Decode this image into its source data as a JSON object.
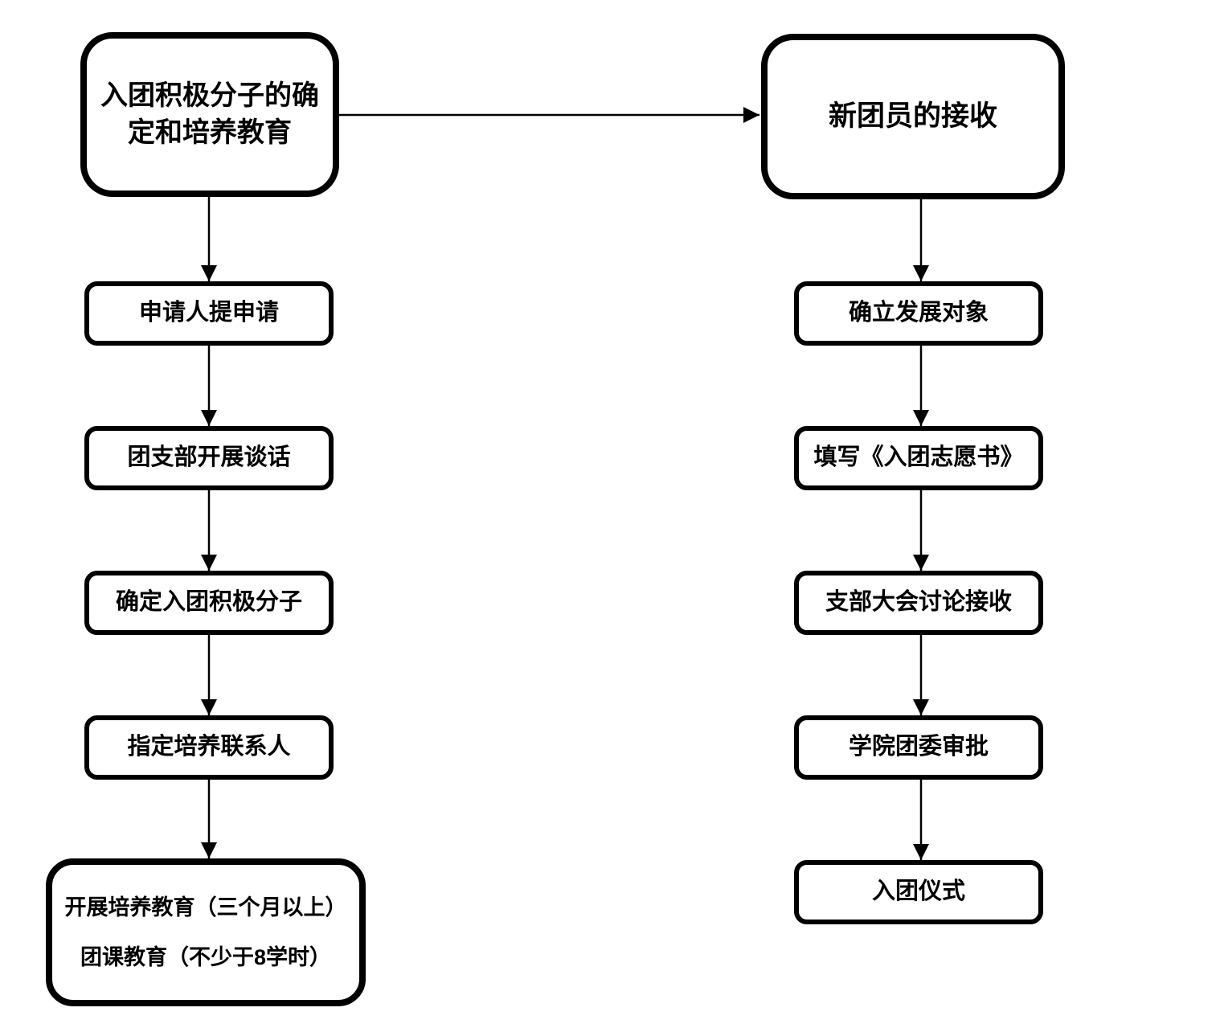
{
  "flowchart": {
    "left": {
      "header": "入团积极分子的确定和培养教育",
      "steps": [
        "申请人提申请",
        "团支部开展谈话",
        "确定入团积极分子",
        "指定培养联系人"
      ],
      "footer": {
        "line1": "开展培养教育（三个月以上）",
        "line2": "团课教育（不少于8学时）"
      }
    },
    "right": {
      "header": "新团员的接收",
      "steps": [
        "确立发展对象",
        "填写《入团志愿书》",
        "支部大会讨论接收",
        "学院团委审批",
        "入团仪式"
      ]
    },
    "colors": {
      "node_border": "#000000",
      "node_fill": "#ffffff",
      "text": "#000000",
      "connector": "#000000"
    }
  }
}
